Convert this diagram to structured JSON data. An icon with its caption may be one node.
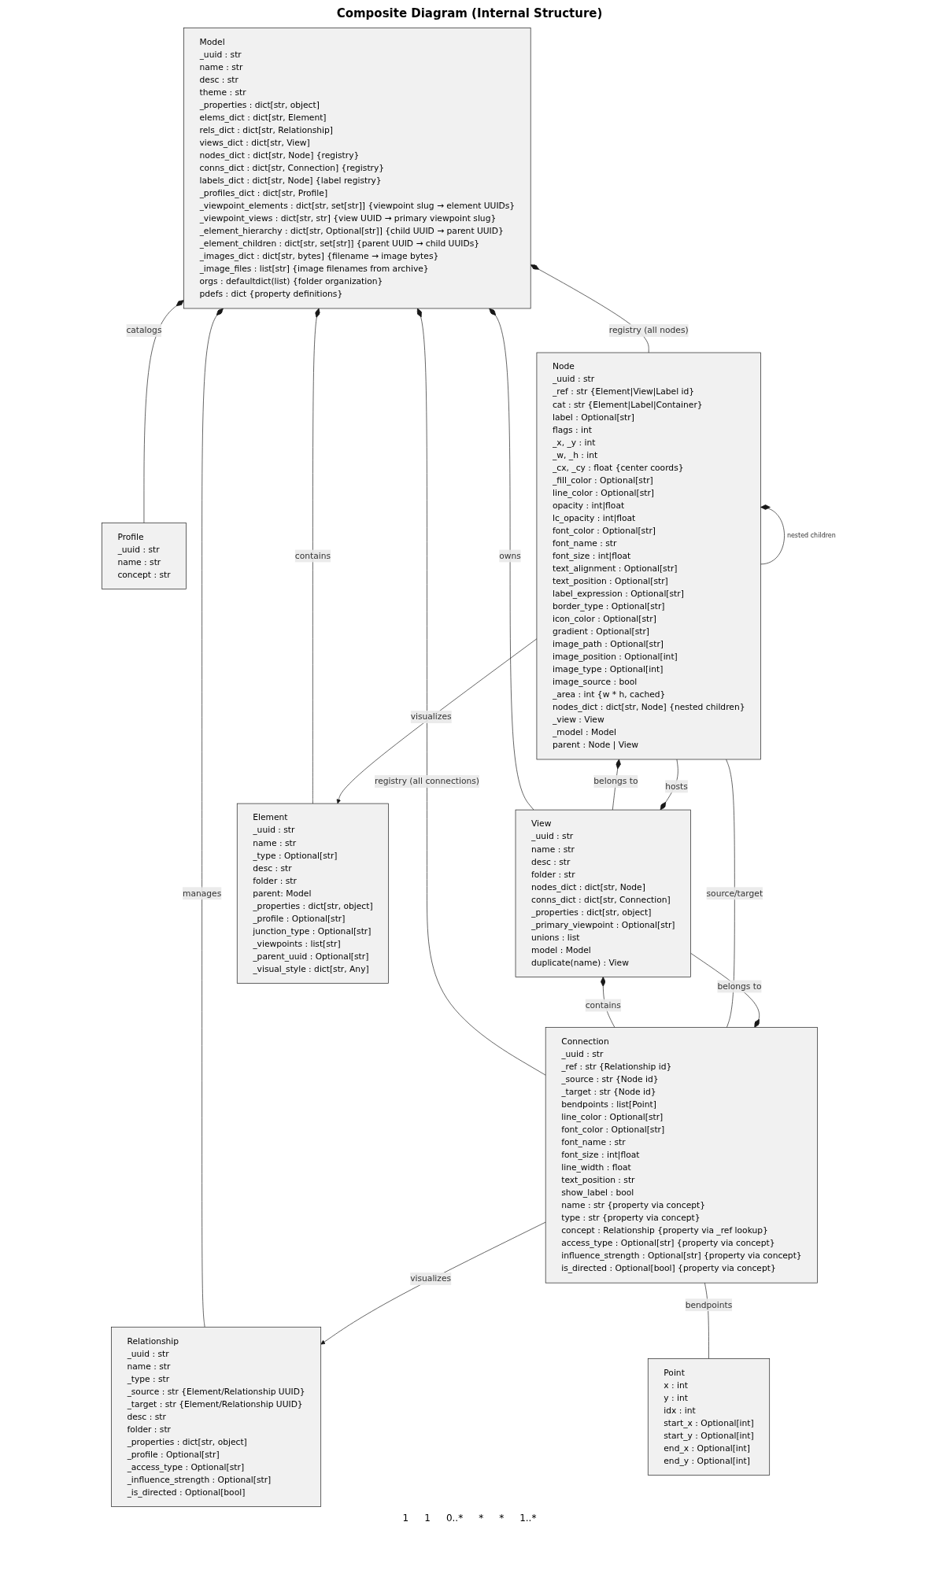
{
  "diagram": {
    "title": "Composite Diagram (Internal Structure)",
    "nodes": [
      {
        "text": [
          "Model",
          "_uuid : str",
          "name : str",
          "desc : str",
          "theme : str",
          "_properties : dict[str, object]",
          "elems_dict : dict[str, Element]",
          "rels_dict : dict[str, Relationship]",
          "views_dict : dict[str, View]",
          "nodes_dict : dict[str, Node] {registry}",
          "conns_dict : dict[str, Connection] {registry}",
          "labels_dict : dict[str, Node] {label registry}",
          "_profiles_dict : dict[str, Profile]",
          "_viewpoint_elements : dict[str, set[str]] {viewpoint slug → element UUIDs}",
          "_viewpoint_views : dict[str, str] {view UUID → primary viewpoint slug}",
          "_element_hierarchy : dict[str, Optional[str]] {child UUID → parent UUID}",
          "_element_children : dict[str, set[str]] {parent UUID → child UUIDs}",
          "_images_dict : dict[str, bytes] {filename → image bytes}",
          "_image_files : list[str] {image filenames from archive}",
          "orgs : defaultdict(list) {folder organization}",
          "pdefs : dict {property definitions}"
        ]
      },
      {
        "text": [
          "View",
          "_uuid : str",
          "name : str",
          "desc : str",
          "folder : str",
          "nodes_dict : dict[str, Node]",
          "conns_dict : dict[str, Connection]",
          "_properties : dict[str, object]",
          "_primary_viewpoint : Optional[str]",
          "unions : list",
          "model : Model",
          "duplicate(name) : View"
        ]
      },
      {
        "text": [
          "Profile",
          "_uuid : str",
          "name : str",
          "concept : str"
        ]
      },
      {
        "text": [
          "Node",
          "_uuid : str",
          "_ref : str {Element|View|Label id}",
          "cat : str {Element|Label|Container}",
          "label : Optional[str]",
          "flags : int",
          "_x, _y : int",
          "_w, _h : int",
          "_cx, _cy : float {center coords}",
          "_fill_color : Optional[str]",
          "line_color : Optional[str]",
          "opacity : int|float",
          "lc_opacity : int|float",
          "font_color : Optional[str]",
          "font_name : str",
          "font_size : int|float",
          "text_alignment : Optional[str]",
          "text_position : Optional[str]",
          "label_expression : Optional[str]",
          "border_type : Optional[str]",
          "icon_color : Optional[str]",
          "gradient : Optional[str]",
          "image_path : Optional[str]",
          "image_position : Optional[int]",
          "image_type : Optional[int]",
          "image_source : bool",
          "_area : int {w * h, cached}",
          "nodes_dict : dict[str, Node] {nested children}",
          "_view : View",
          "_model : Model",
          "parent : Node | View"
        ]
      },
      {
        "text": [
          "Element",
          "_uuid : str",
          "name : str",
          "_type : Optional[str]",
          "desc : str",
          "folder : str",
          "parent: Model",
          "_properties : dict[str, object]",
          "_profile : Optional[str]",
          "junction_type : Optional[str]",
          "_viewpoints : list[str]",
          "_parent_uuid : Optional[str]",
          "_visual_style : dict[str, Any]"
        ]
      },
      {
        "text": [
          "Connection",
          "_uuid : str",
          "_ref : str {Relationship id}",
          "_source : str {Node id}",
          "_target : str {Node id}",
          "bendpoints : list[Point]",
          "line_color : Optional[str]",
          "font_color : Optional[str]",
          "font_name : str",
          "font_size : int|float",
          "line_width : float",
          "text_position : str",
          "show_label : bool",
          "name : str {property via concept}",
          "type : str {property via concept}",
          "concept : Relationship {property via _ref lookup}",
          "access_type : Optional[str] {property via concept}",
          "influence_strength : Optional[str] {property via concept}",
          "is_directed : Optional[bool] {property via concept}"
        ]
      },
      {
        "text": [
          "Relationship",
          "_uuid : str",
          "name : str",
          "_type : str",
          "_source : str {Element/Relationship UUID}",
          "_target : str {Element/Relationship UUID}",
          "desc : str",
          "folder : str",
          "_properties : dict[str, object]",
          "_profile : Optional[str]",
          "_access_type : Optional[str]",
          "_influence_strength : Optional[str]",
          "_is_directed : Optional[bool]"
        ]
      },
      {
        "text": [
          "Point",
          "x : int",
          "y : int",
          "idx : int",
          "start_x : Optional[int]",
          "start_y : Optional[int]",
          "end_x : Optional[int]",
          "end_y : Optional[int]"
        ]
      }
    ],
    "edges": [
      {
        "from": 0,
        "to": 4,
        "arrow": "other",
        "label": "contains"
      },
      {
        "from": 0,
        "to": 6,
        "arrow": "other",
        "label": "manages"
      },
      {
        "from": 0,
        "to": 3,
        "arrow": "other",
        "label": "registry (all nodes)"
      },
      {
        "from": 0,
        "to": 1,
        "arrow": "other",
        "label": "owns"
      },
      {
        "from": 0,
        "to": 5,
        "arrow": "other",
        "label": "registry (all connections)"
      },
      {
        "from": 0,
        "to": 2,
        "arrow": "other",
        "label": "catalogs"
      },
      {
        "from": 1,
        "to": 3,
        "arrow": "other",
        "label": "hosts"
      },
      {
        "from": 3,
        "to": 1,
        "arrow": "other",
        "label": "belongs to"
      },
      {
        "from": 1,
        "to": 5,
        "arrow": "other",
        "label": "contains"
      },
      {
        "from": 5,
        "to": 1,
        "arrow": "other",
        "label": "belongs to"
      },
      {
        "from": 3,
        "to": 3,
        "arrow": "other",
        "label": "nested children"
      },
      {
        "from": 3,
        "to": 5,
        "arrow": "none",
        "label": "source/target"
      },
      {
        "from": 3,
        "to": 4,
        "arrow": "to",
        "label": "visualizes"
      },
      {
        "from": 5,
        "to": 6,
        "arrow": "to",
        "label": "visualizes"
      },
      {
        "from": 5,
        "to": 7,
        "arrow": "none",
        "label": "bendpoints"
      }
    ],
    "labels": [
      "1",
      "1",
      "0..*",
      "*",
      "*",
      "1..*"
    ]
  }
}
